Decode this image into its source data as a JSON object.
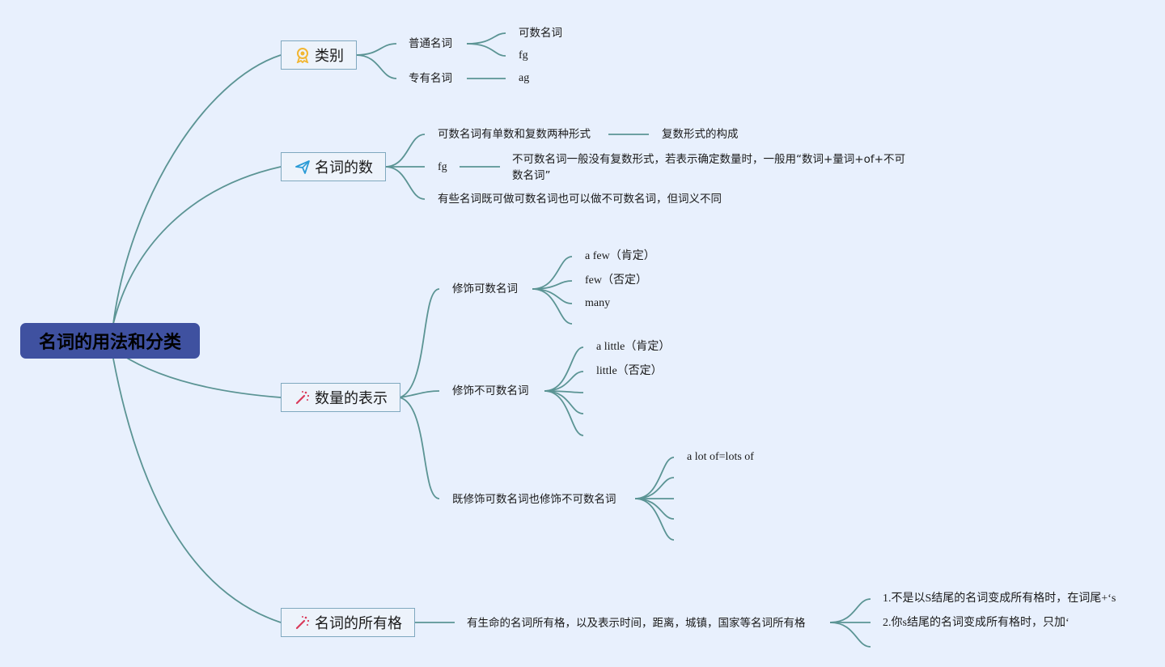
{
  "root": {
    "title": "名词的用法和分类"
  },
  "topics": {
    "t1": {
      "label": "类别",
      "icon": "award-ribbon-icon"
    },
    "t2": {
      "label": "名词的数",
      "icon": "paper-plane-icon"
    },
    "t3": {
      "label": "数量的表示",
      "icon": "magic-wand-icon"
    },
    "t4": {
      "label": "名词的所有格",
      "icon": "magic-wand-icon"
    }
  },
  "category": {
    "common": "普通名词",
    "countable": "可数名词",
    "fg": "fg",
    "proper": "专有名词",
    "ag": "ag"
  },
  "number": {
    "a": "可数名词有单数和复数两种形式",
    "a_child": "复数形式的构成",
    "b": "fg",
    "b_child": "不可数名词一般没有复数形式，若表示确定数量时，一般用“数词+量词+of+不可数名词”",
    "c": "有些名词既可做可数名词也可以做不可数名词，但词义不同"
  },
  "quantity": {
    "countable": "修饰可数名词",
    "c1": "a few（肯定）",
    "c2": "few（否定）",
    "c3": "many",
    "uncountable": "修饰不可数名词",
    "u1": "a little（肯定）",
    "u2": "little（否定）",
    "both": "既修饰可数名词也修饰不可数名词",
    "b1": "a lot of=lots of"
  },
  "possessive": {
    "main": "有生命的名词所有格，以及表示时间，距离，城镇，国家等名词所有格",
    "r1": "1.不是以S结尾的名词变成所有格时，在词尾+‘s",
    "r2": "2.你s结尾的名词变成所有格时，只加‘"
  }
}
